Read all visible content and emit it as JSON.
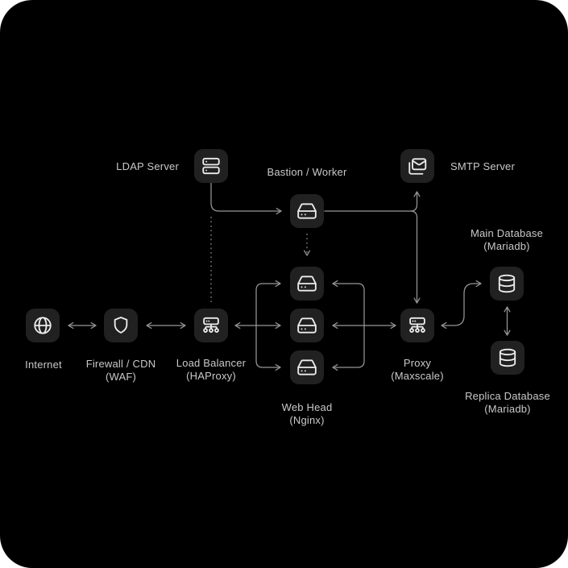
{
  "colors": {
    "background": "#000000",
    "tile": "#212121",
    "icon_stroke": "#ececec",
    "connector": "#979797",
    "label": "#c9c9c9"
  },
  "nodes": {
    "internet": {
      "label": "Internet",
      "icon": "globe"
    },
    "firewall": {
      "label": "Firewall / CDN",
      "sublabel": "(WAF)",
      "icon": "shield"
    },
    "load_balancer": {
      "label": "Load Balancer",
      "sublabel": "(HAProxy)",
      "icon": "load-balancer"
    },
    "ldap": {
      "label": "LDAP Server",
      "icon": "server"
    },
    "bastion": {
      "label": "Bastion / Worker",
      "icon": "hard-drive"
    },
    "smtp": {
      "label": "SMTP Server",
      "icon": "mails"
    },
    "web_head": {
      "label": "Web Head",
      "sublabel": "(Nginx)",
      "icon": "hard-drive",
      "count": 3
    },
    "proxy": {
      "label": "Proxy",
      "sublabel": "(Maxscale)",
      "icon": "load-balancer"
    },
    "main_db": {
      "label": "Main Database",
      "sublabel": "(Mariadb)",
      "icon": "database"
    },
    "replica_db": {
      "label": "Replica Database",
      "sublabel": "(Mariadb)",
      "icon": "database"
    }
  },
  "connections": [
    {
      "from": "internet",
      "to": "firewall",
      "direction": "both",
      "style": "solid"
    },
    {
      "from": "firewall",
      "to": "load_balancer",
      "direction": "both",
      "style": "solid"
    },
    {
      "from": "load_balancer",
      "to": "web_head",
      "direction": "both",
      "style": "solid"
    },
    {
      "from": "ldap",
      "to": "bastion",
      "direction": "to",
      "style": "solid"
    },
    {
      "from": "ldap",
      "to": "load_balancer",
      "direction": "none",
      "style": "dotted"
    },
    {
      "from": "bastion",
      "to": "smtp",
      "direction": "to",
      "style": "solid"
    },
    {
      "from": "bastion",
      "to": "proxy",
      "direction": "to",
      "style": "solid"
    },
    {
      "from": "bastion",
      "to": "web_head",
      "direction": "to",
      "style": "dotted"
    },
    {
      "from": "web_head",
      "to": "proxy",
      "direction": "both",
      "style": "solid"
    },
    {
      "from": "proxy",
      "to": "main_db",
      "direction": "both",
      "style": "solid"
    },
    {
      "from": "main_db",
      "to": "replica_db",
      "direction": "both",
      "style": "solid"
    }
  ]
}
